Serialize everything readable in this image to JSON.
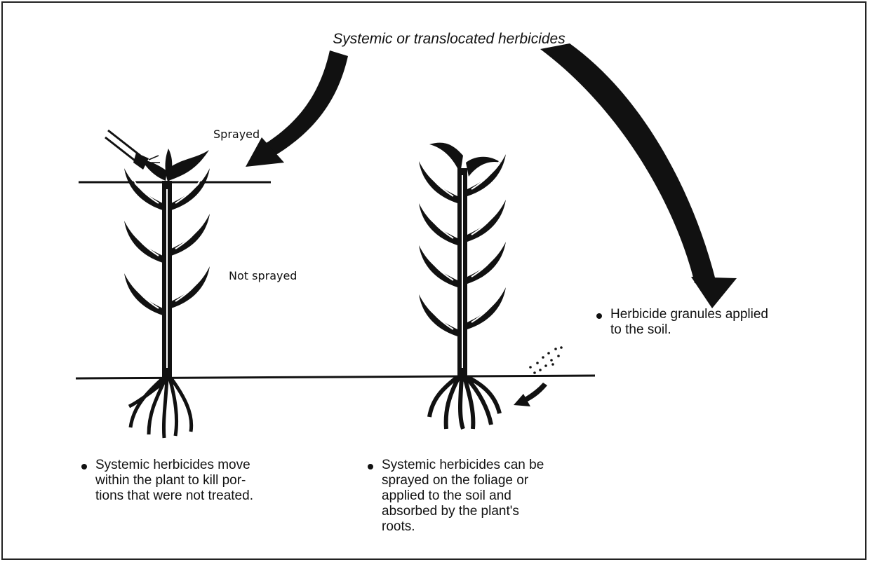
{
  "diagram": {
    "title": "Systemic or translocated herbicides",
    "labels": {
      "sprayed": "Sprayed",
      "not_sprayed": "Not sprayed"
    },
    "notes": [
      {
        "lines": [
          "Systemic herbicides move",
          "within the plant to kill por-",
          "tions that were not treated."
        ]
      },
      {
        "lines": [
          "Systemic herbicides can be",
          "sprayed on the foliage or",
          "applied to the soil and",
          "absorbed by the plant's",
          "roots."
        ]
      },
      {
        "lines": [
          "Herbicide granules applied",
          "to the soil."
        ]
      }
    ],
    "icons": [
      "arrow-to-foliage-icon",
      "arrow-to-soil-icon",
      "spray-nozzle-icon",
      "granules-icon",
      "small-arrow-to-roots-icon",
      "corn-plant-icon"
    ]
  }
}
